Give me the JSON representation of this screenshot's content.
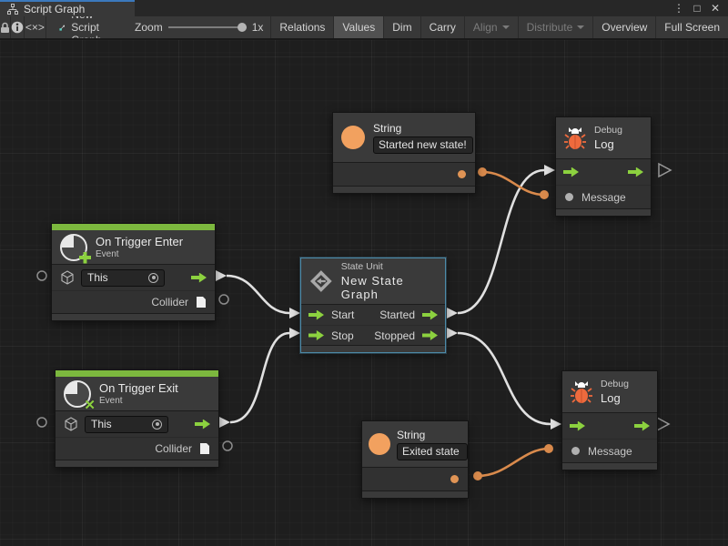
{
  "window": {
    "tab_title": "Script Graph",
    "menu_icon": "⋮",
    "maximize_icon": "□",
    "close_icon": "✕"
  },
  "toolbar": {
    "code_label": "<×>",
    "graph_name": "New Script Graph",
    "zoom_label": "Zoom",
    "zoom_value": "1x",
    "buttons": [
      {
        "label": "Relations",
        "state": "normal"
      },
      {
        "label": "Values",
        "state": "active"
      },
      {
        "label": "Dim",
        "state": "normal"
      },
      {
        "label": "Carry",
        "state": "normal"
      },
      {
        "label": "Align",
        "state": "disabled",
        "dropdown": true
      },
      {
        "label": "Distribute",
        "state": "disabled",
        "dropdown": true
      },
      {
        "label": "Overview",
        "state": "normal"
      },
      {
        "label": "Full Screen",
        "state": "normal",
        "clipped": true
      }
    ]
  },
  "nodes": {
    "string_top": {
      "type_label": "String",
      "value": "Started new state!"
    },
    "debug_top": {
      "category": "Debug",
      "title": "Log",
      "message_label": "Message"
    },
    "on_trigger_enter": {
      "title": "On Trigger Enter",
      "subtitle": "Event",
      "target_value": "This",
      "output_label": "Collider"
    },
    "state_unit": {
      "category": "State Unit",
      "title": "New State Graph",
      "inputs": [
        "Start",
        "Stop"
      ],
      "outputs": [
        "Started",
        "Stopped"
      ],
      "selected": true
    },
    "on_trigger_exit": {
      "title": "On Trigger Exit",
      "subtitle": "Event",
      "target_value": "This",
      "output_label": "Collider"
    },
    "string_bottom": {
      "type_label": "String",
      "value": "Exited state"
    },
    "debug_bottom": {
      "category": "Debug",
      "title": "Log",
      "message_label": "Message"
    }
  },
  "colors": {
    "accent_green": "#8cd13f",
    "event_bar_green": "#7cb83e",
    "accent_orange": "#e09455",
    "bug_orange": "#ee6a3d",
    "wire_white": "#e0e0e0",
    "selection_blue": "#4d8aa8",
    "tab_accent_blue": "#3b79bd",
    "canvas_bg": "#1e1e1e",
    "node_bg": "#3a3a3a"
  }
}
